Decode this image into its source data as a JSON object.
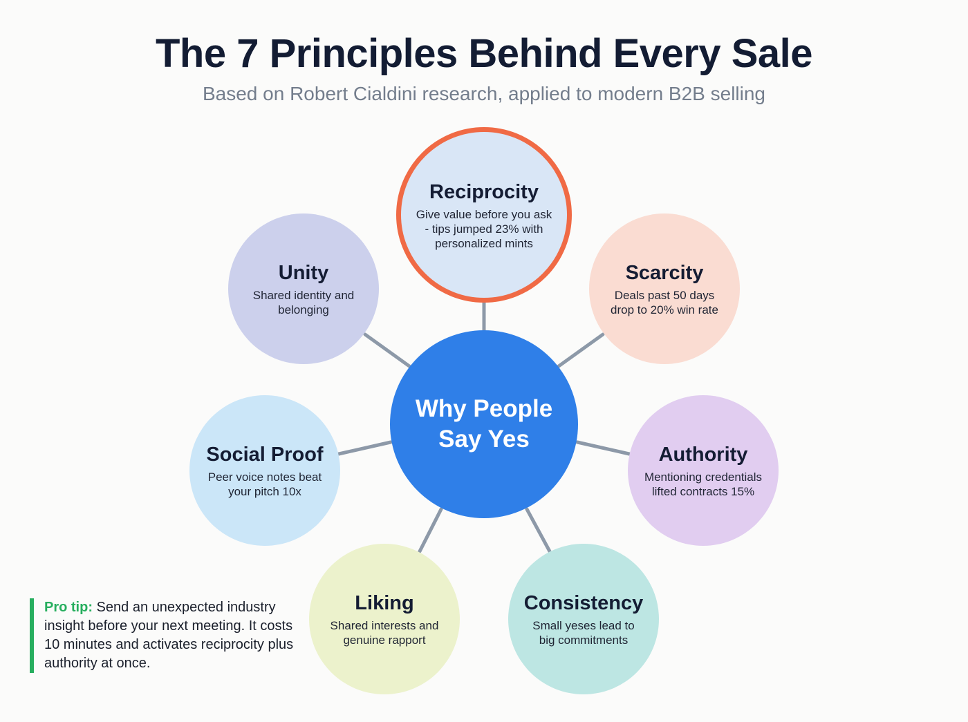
{
  "header": {
    "title": "The 7 Principles Behind Every Sale",
    "subtitle": "Based on Robert Cialdini research, applied to modern B2B selling"
  },
  "hub": {
    "label": "Why People Say Yes",
    "color": "#2f7fe8"
  },
  "principles": [
    {
      "name": "Reciprocity",
      "description": "Give value before you ask - tips jumped 23% with personalized mints",
      "fill": "#d9e6f6",
      "border": "#f06a45",
      "highlighted": true
    },
    {
      "name": "Scarcity",
      "description": "Deals past 50 days drop to 20% win rate",
      "fill": "#fadcd2",
      "border": null,
      "highlighted": false
    },
    {
      "name": "Authority",
      "description": "Mentioning credentials lifted contracts 15%",
      "fill": "#e1cdf0",
      "border": null,
      "highlighted": false
    },
    {
      "name": "Consistency",
      "description": "Small yeses lead to big commitments",
      "fill": "#bde6e3",
      "border": null,
      "highlighted": false
    },
    {
      "name": "Liking",
      "description": "Shared interests and genuine rapport",
      "fill": "#ecf2cc",
      "border": null,
      "highlighted": false
    },
    {
      "name": "Social Proof",
      "description": "Peer voice notes beat your pitch 10x",
      "fill": "#cbe6f8",
      "border": null,
      "highlighted": false
    },
    {
      "name": "Unity",
      "description": "Shared identity and belonging",
      "fill": "#ccd0ec",
      "border": null,
      "highlighted": false
    }
  ],
  "connector_color": "#8d99a8",
  "pro_tip": {
    "label": "Pro tip:",
    "text": " Send an unexpected industry insight before your next meeting. It costs 10 minutes and activates reciprocity plus authority at once.",
    "accent": "#27ae5e"
  }
}
